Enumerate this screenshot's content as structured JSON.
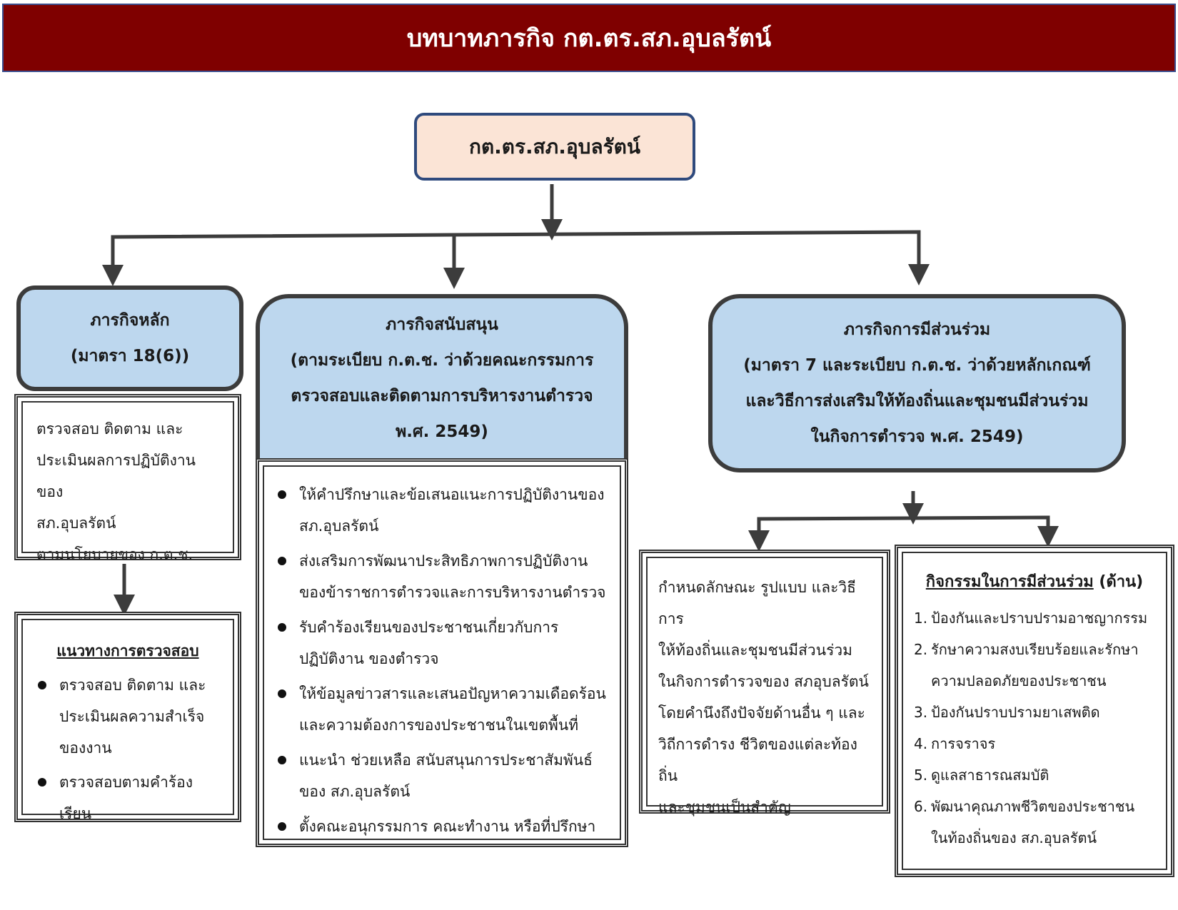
{
  "banner": {
    "title": "บทบาทภารกิจ กต.ตร.สภ.อุบลรัตน์"
  },
  "root": {
    "title": "กต.ตร.สภ.อุบลรัตน์"
  },
  "main_mission": {
    "title": "ภารกิจหลัก",
    "subtitle": "(มาตรา 18(6))",
    "desc_lines": [
      "ตรวจสอบ ติดตาม และ",
      "ประเมินผลการปฏิบัติงานของ",
      "สภ.อุบลรัตน์",
      "ตามนโยบายของ ก.ต.ช."
    ],
    "audit_heading": "แนวทางการตรวจสอบ",
    "audit_items": [
      [
        "ตรวจสอบ ติดตาม และ",
        "ประเมินผลความสำเร็จ",
        "ของงาน"
      ],
      [
        "ตรวจสอบตามคำร้องเรียน"
      ]
    ]
  },
  "support_mission": {
    "title_lines": [
      "ภารกิจสนับสนุน",
      "(ตามระเบียบ ก.ต.ช. ว่าด้วยคณะกรรมการ",
      "ตรวจสอบและติดตามการบริหารงานตำรวจ",
      "พ.ศ. 2549)"
    ],
    "items": [
      [
        "ให้คำปรึกษาและข้อเสนอแนะการปฏิบัติงานของ",
        "สภ.อุบลรัตน์"
      ],
      [
        "ส่งเสริมการพัฒนาประสิทธิภาพการปฏิบัติงาน",
        "ของข้าราชการตำรวจและการบริหารงานตำรวจ"
      ],
      [
        "รับคำร้องเรียนของประชาชนเกี่ยวกับการ",
        "ปฏิบัติงาน ของตำรวจ"
      ],
      [
        "ให้ข้อมูลข่าวสารและเสนอปัญหาความเดือดร้อน",
        "และความต้องการของประชาชนในเขตพื้นที่"
      ],
      [
        "แนะนำ ช่วยเหลือ สนับสนุนการประชาสัมพันธ์",
        "ของ สภ.อุบลรัตน์"
      ],
      [
        "ตั้งคณะอนุกรรมการ คณะทำงาน หรือที่ปรึกษา"
      ]
    ]
  },
  "participation_mission": {
    "title_lines": [
      "ภารกิจการมีส่วนร่วม",
      "(มาตรา 7 และระเบียบ ก.ต.ช. ว่าด้วยหลักเกณฑ์",
      "และวิธีการส่งเสริมให้ท้องถิ่นและชุมชนมีส่วนร่วม",
      "ในกิจการตำรวจ พ.ศ. 2549)"
    ],
    "char_lines": [
      "กำหนดลักษณะ รูปแบบ และวิธีการ",
      "ให้ท้องถิ่นและชุมชนมีส่วนร่วม",
      "ในกิจการตำรวจของ สภอุบลรัตน์",
      "โดยคำนึงถึงปัจจัยด้านอื่น ๆ และ",
      "วิถีการดำรง ชีวิตของแต่ละท้องถิ่น",
      "และชุมชนเป็นสำคัญ"
    ],
    "activities_title": "กิจกรรมในการมีส่วนร่วม",
    "activities_suffix": " (ด้าน)",
    "activities": [
      {
        "n": "1.",
        "lines": [
          "ป้องกันและปราบปรามอาชญากรรม"
        ]
      },
      {
        "n": "2.",
        "lines": [
          "รักษาความสงบเรียบร้อยและรักษา",
          "ความปลอดภัยของประชาชน"
        ]
      },
      {
        "n": "3.",
        "lines": [
          "ป้องกันปราบปรามยาเสพติด"
        ]
      },
      {
        "n": "4.",
        "lines": [
          "การจราจร"
        ]
      },
      {
        "n": "5.",
        "lines": [
          "ดูแลสาธารณสมบัติ"
        ]
      },
      {
        "n": "6.",
        "lines": [
          "พัฒนาคุณภาพชีวิตของประชาชน",
          "ในท้องถิ่นของ สภ.อุบลรัตน์"
        ]
      }
    ]
  },
  "colors": {
    "banner": "#7f0000",
    "root_fill": "#fbe4d6",
    "head_fill": "#bdd7ee",
    "connector": "#3c3c3c"
  }
}
